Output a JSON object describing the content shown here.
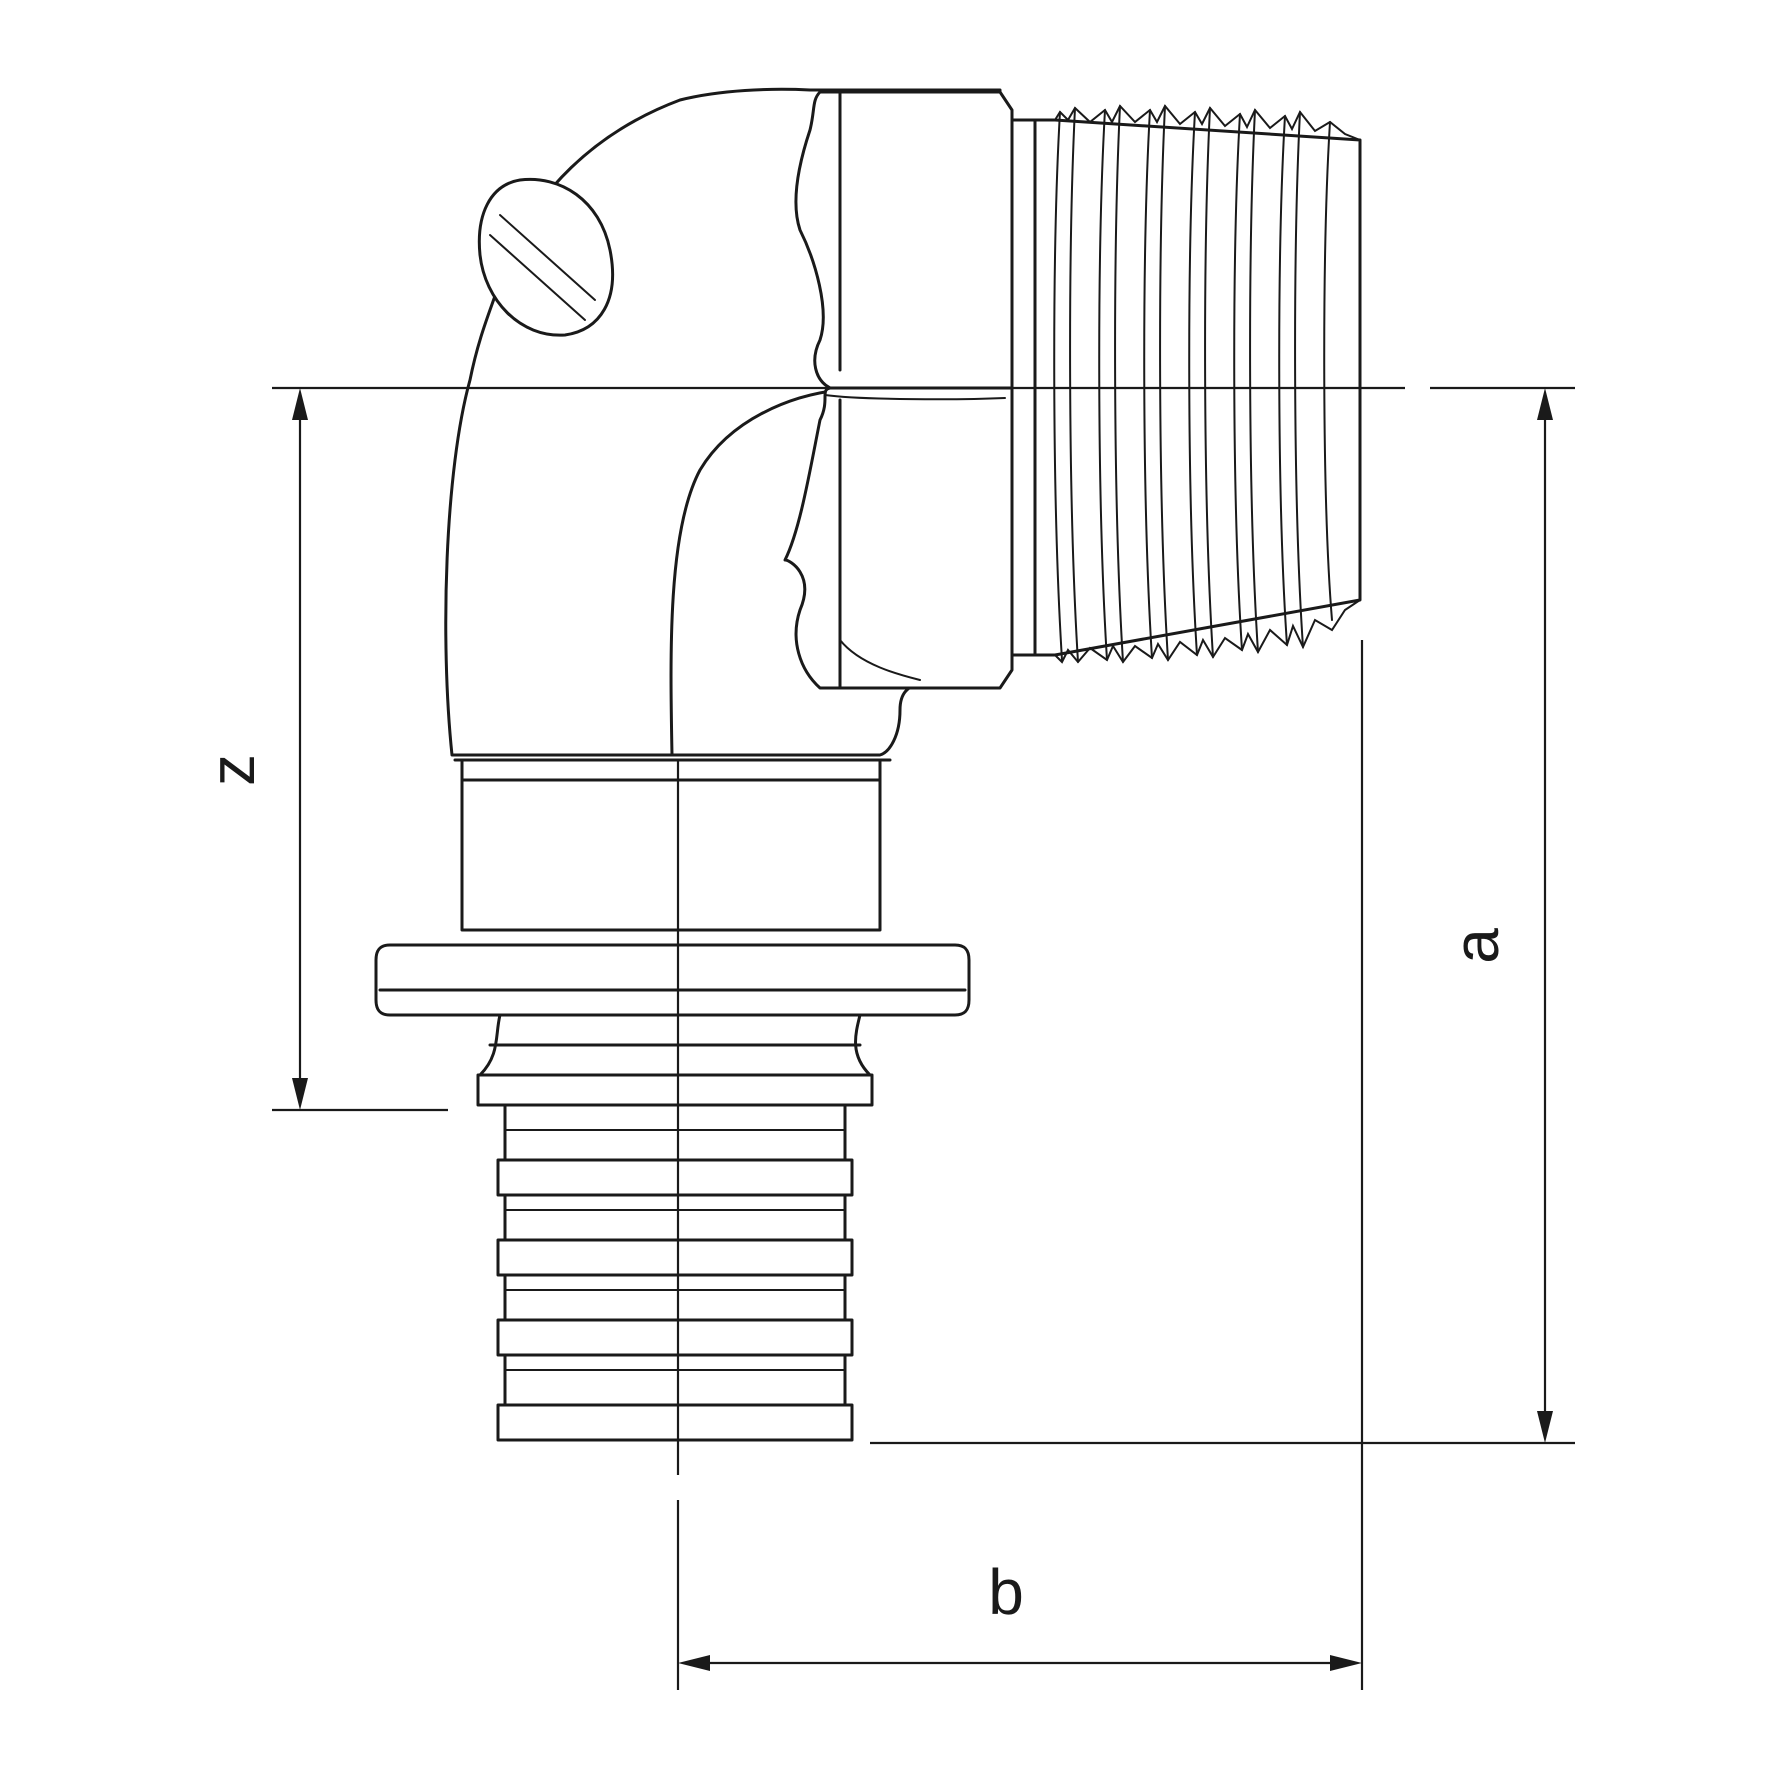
{
  "dimensions": {
    "z": {
      "label": "z"
    },
    "a": {
      "label": "a"
    },
    "b": {
      "label": "b"
    }
  }
}
